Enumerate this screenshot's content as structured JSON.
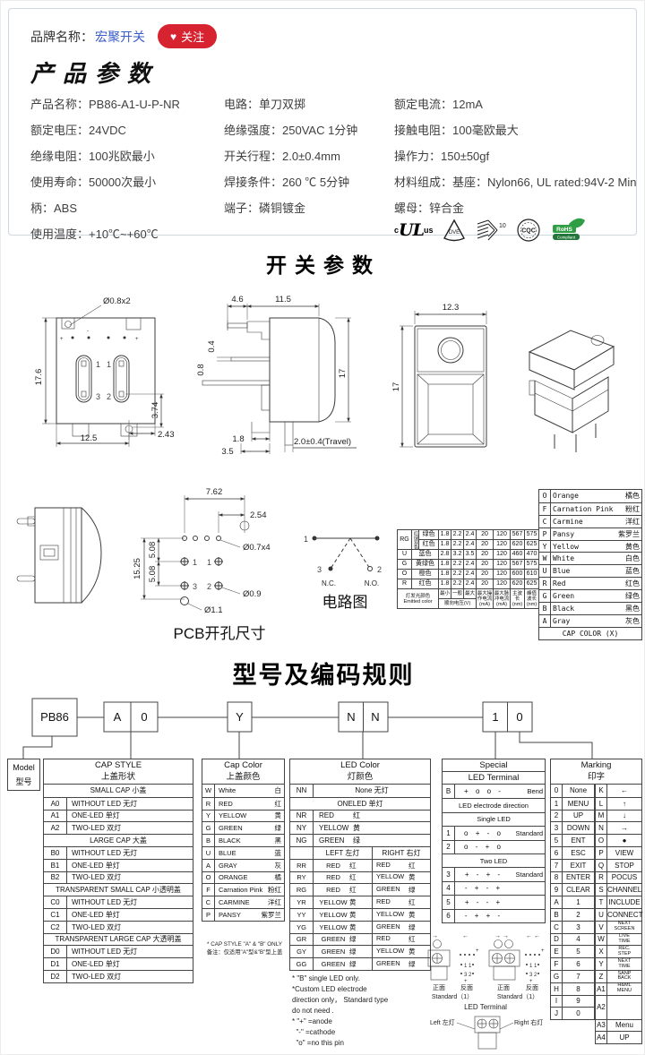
{
  "brand": {
    "label": "品牌名称：",
    "name": "宏聚开关",
    "heart": "♥",
    "follow": "关注"
  },
  "product": {
    "title": "产品参数",
    "cols": [
      [
        "产品名称：PB86-A1-U-P-NR",
        "额定电压：24VDC",
        "绝缘电阻：100兆欧最小",
        "使用寿命：50000次最小",
        "柄：ABS",
        "使用温度：+10℃~+60℃"
      ],
      [
        "电路：单刀双掷",
        "绝缘强度：250VAC 1分钟",
        "开关行程：2.0±0.4mm",
        "焊接条件：260 ℃ 5分钟",
        "端子：磷铜镀金"
      ],
      [
        "额定电流：12mA",
        "接触电阻：100毫欧最大",
        "操作力：150±50gf",
        "材料组成：基座：Nylon66, UL  rated:94V-2 Min",
        "螺母：锌合金"
      ]
    ],
    "certs": {
      "ul_c": "c",
      "ul": "UL",
      "ul_us": "us",
      "vde": "DVE",
      "k": "K",
      "k10": "10",
      "cqc": "CQC",
      "rohs1": "RoHS",
      "rohs2": "Compliant"
    }
  },
  "sw": {
    "title": "开关参数",
    "back": {
      "hole": "Ø0.8x2",
      "h": "17.6",
      "w": "12.5",
      "off": "3.74",
      "edge": "2.43",
      "p1": "1",
      "p2": "1",
      "p3": "3",
      "p4": "2",
      "plus_l": "+",
      "minus": "-",
      "plus_r": "+"
    },
    "side": {
      "a": "4.6",
      "b": "11.5",
      "c": "0.4",
      "d": "0.8",
      "h": "17",
      "e": "1.8",
      "f": "3.5",
      "travel": "2.0±0.4(Travel)"
    },
    "front": {
      "w": "12.3",
      "h": "17"
    },
    "pcb": {
      "a": "7.62",
      "b": "2.54",
      "c": "Ø0.7x4",
      "d": "15.25",
      "e": "5.08",
      "f": "5.08",
      "g": "Ø0.9",
      "k": "Ø1.1",
      "p1": "1",
      "p2": "1",
      "p3": "3",
      "p4": "2",
      "cap": "PCB开孔尺寸"
    },
    "cir": {
      "p1": "1",
      "p2": "2",
      "p3": "3",
      "nc": "N.C.",
      "no": "N.O.",
      "cap": "电路图"
    }
  },
  "led_spec": {
    "rg": "RG",
    "rg_vert": "红绿双色",
    "rows": [
      {
        "color": "绿色",
        "v": [
          "1.8",
          "2.2",
          "2.4",
          "20",
          "120",
          "567",
          "575"
        ]
      },
      {
        "color": "红色",
        "v": [
          "1.8",
          "2.2",
          "2.4",
          "20",
          "120",
          "620",
          "625"
        ]
      },
      {
        "code": "U",
        "color": "蓝色",
        "v": [
          "2.8",
          "3.2",
          "3.5",
          "20",
          "120",
          "460",
          "470"
        ]
      },
      {
        "code": "G",
        "color": "黄绿色",
        "v": [
          "1.8",
          "2.2",
          "2.4",
          "20",
          "120",
          "567",
          "575"
        ]
      },
      {
        "code": "O",
        "color": "橙色",
        "v": [
          "1.8",
          "2.2",
          "2.4",
          "20",
          "120",
          "600",
          "610"
        ]
      },
      {
        "code": "R",
        "color": "红色",
        "v": [
          "1.8",
          "2.2",
          "2.4",
          "20",
          "120",
          "620",
          "625"
        ]
      }
    ],
    "f_emit1": "灯发光颜色",
    "f_emit2": "Emitted color",
    "f_min": "最小",
    "f_typ": "一般",
    "f_max": "最大",
    "f_vf": "顺向电压(V)",
    "f_iop": "最大操作电流(mA)",
    "f_ipk": "最大脉冲电流(mA)",
    "f_wl1": "主波长(nm)",
    "f_wl2": "峰值波长(nm)"
  },
  "cap_x": {
    "rows": [
      [
        "O",
        "Orange",
        "橘色"
      ],
      [
        "F",
        "Carnation Pink",
        "粉红"
      ],
      [
        "C",
        "Carmine",
        "洋红"
      ],
      [
        "P",
        "Pansy",
        "紫罗兰"
      ],
      [
        "Y",
        "Yellow",
        "黄色"
      ],
      [
        "W",
        "White",
        "白色"
      ],
      [
        "U",
        "Blue",
        "蓝色"
      ],
      [
        "R",
        "Red",
        "红色"
      ],
      [
        "G",
        "Green",
        "绿色"
      ],
      [
        "B",
        "Black",
        "黑色"
      ],
      [
        "A",
        "Gray",
        "灰色"
      ]
    ],
    "footer": "CAP COLOR (X)"
  },
  "coding": {
    "title": "型号及编码规则",
    "boxes": {
      "model": "PB86",
      "b1a": "A",
      "b1b": "0",
      "b2": "Y",
      "b3a": "N",
      "b3b": "N",
      "b4a": "1",
      "b4b": "0"
    },
    "model": {
      "l1": "Model",
      "l2": "型号"
    },
    "cap_style": {
      "t1": "CAP STYLE",
      "t2": "上盖形状",
      "rows": [
        {
          "g": "SMALL CAP 小盖"
        },
        {
          "c": "A0",
          "t": "WITHOUT LED 无灯"
        },
        {
          "c": "A1",
          "t": "ONE-LED 单灯"
        },
        {
          "c": "A2",
          "t": "TWO-LED 双灯"
        },
        {
          "g": "LARGE CAP 大盖"
        },
        {
          "c": "B0",
          "t": "WITHOUT LED 无灯"
        },
        {
          "c": "B1",
          "t": "ONE-LED 单灯"
        },
        {
          "c": "B2",
          "t": "TWO-LED 双灯"
        },
        {
          "g": "TRANSPARENT SMALL CAP 小透明盖"
        },
        {
          "c": "C0",
          "t": "WITHOUT LED 无灯"
        },
        {
          "c": "C1",
          "t": "ONE-LED 单灯"
        },
        {
          "c": "C2",
          "t": "TWO-LED 双灯"
        },
        {
          "g": "TRANSPARENT LARGE CAP 大透明盖"
        },
        {
          "c": "D0",
          "t": "WITHOUT LED 无灯"
        },
        {
          "c": "D1",
          "t": "ONE-LED 单灯"
        },
        {
          "c": "D2",
          "t": "TWO-LED 双灯"
        }
      ]
    },
    "cap_color": {
      "t1": "Cap Color",
      "t2": "上盖颜色",
      "rows": [
        [
          "W",
          "White",
          "白"
        ],
        [
          "R",
          "RED",
          "红"
        ],
        [
          "Y",
          "YELLOW",
          "黄"
        ],
        [
          "G",
          "GREEN",
          "绿"
        ],
        [
          "B",
          "BLACK",
          "黑"
        ],
        [
          "U",
          "BLUE",
          "蓝"
        ],
        [
          "A",
          "GRAY",
          "灰"
        ],
        [
          "O",
          "ORANGE",
          "橘"
        ],
        [
          "F",
          "Carnation Pink",
          "粉红"
        ],
        [
          "C",
          "CARMINE",
          "洋红"
        ],
        [
          "P",
          "PANSY",
          "紫罗兰"
        ]
      ],
      "n1": "* CAP STYLE \"A\" & \"B\" ONLY",
      "n2": "备注：仅适用\"A\"型&\"B\"型上盖"
    },
    "led_color": {
      "t1": "LED Color",
      "t2": "灯颜色",
      "nn": "NN",
      "nn_t": "None 无灯",
      "one": "ONELED 单灯",
      "singles": [
        [
          "NR",
          "RED",
          "红"
        ],
        [
          "NY",
          "YELLOW",
          "黄"
        ],
        [
          "NG",
          "GREEN",
          "绿"
        ]
      ],
      "left": "LEFT 左灯",
      "right": "RIGHT 右灯",
      "duals": [
        [
          "RR",
          "RED",
          "红",
          "RED",
          "红"
        ],
        [
          "RY",
          "RED",
          "红",
          "YELLOW",
          "黄"
        ],
        [
          "RG",
          "RED",
          "红",
          "GREEN",
          "绿"
        ],
        [
          "YR",
          "YELLOW",
          "黄",
          "RED",
          "红"
        ],
        [
          "YY",
          "YELLOW",
          "黄",
          "YELLOW",
          "黄"
        ],
        [
          "YG",
          "YELLOW",
          "黄",
          "GREEN",
          "绿"
        ],
        [
          "GR",
          "GREEN",
          "绿",
          "RED",
          "红"
        ],
        [
          "GY",
          "GREEN",
          "绿",
          "YELLOW",
          "黄"
        ],
        [
          "GG",
          "GREEN",
          "绿",
          "GREEN",
          "绿"
        ]
      ],
      "notes": [
        "* \"B\" single LED only.",
        "*Custom LED electrode",
        "direction only， Standard type",
        "do not need .",
        "* \"+\" =anode",
        "  \"-\" =cathode",
        "  \"o\" =no this pin"
      ]
    },
    "special": {
      "t1": "Special",
      "t2": "LED Terminal",
      "rows": [
        {
          "c": "B",
          "p": "+ o o -",
          "tag": "Bend"
        },
        {
          "g": "LED electrode direction"
        },
        {
          "g": "Single LED"
        },
        {
          "c": "1",
          "p": "o + - o",
          "tag": "Standard"
        },
        {
          "c": "2",
          "p": "o - + o",
          "tag": ""
        },
        {
          "g": "Two LED"
        },
        {
          "c": "3",
          "p": "+ - + -",
          "tag": "Standard"
        },
        {
          "c": "4",
          "p": "- + - +",
          "tag": ""
        },
        {
          "c": "5",
          "p": "+ - - +",
          "tag": ""
        },
        {
          "c": "6",
          "p": "- + + -",
          "tag": ""
        }
      ]
    },
    "marking": {
      "t1": "Marking",
      "t2": "印字",
      "left": [
        [
          "0",
          "None"
        ],
        [
          "1",
          "MENU"
        ],
        [
          "2",
          "UP"
        ],
        [
          "3",
          "DOWN"
        ],
        [
          "5",
          "ENT"
        ],
        [
          "6",
          "ESC"
        ],
        [
          "7",
          "EXIT"
        ],
        [
          "8",
          "ENTER"
        ],
        [
          "9",
          "CLEAR"
        ],
        [
          "A",
          "1"
        ],
        [
          "B",
          "2"
        ],
        [
          "C",
          "3"
        ],
        [
          "D",
          "4"
        ],
        [
          "E",
          "5"
        ],
        [
          "F",
          "6"
        ],
        [
          "G",
          "7"
        ],
        [
          "H",
          "8"
        ],
        [
          "I",
          "9"
        ],
        [
          "J",
          "0"
        ]
      ],
      "right": [
        [
          "K",
          "←"
        ],
        [
          "L",
          "↑"
        ],
        [
          "M",
          "↓"
        ],
        [
          "N",
          "→"
        ],
        [
          "O",
          "●"
        ],
        [
          "P",
          "VIEW"
        ],
        [
          "Q",
          "STOP"
        ],
        [
          "R",
          "POCUS"
        ],
        [
          "S",
          "CHANNEL"
        ],
        [
          "T",
          "INCLUDE"
        ],
        [
          "U",
          "CONNECT"
        ],
        [
          "V",
          "NEXT\nSCREEN"
        ],
        [
          "W",
          "LIVE\nTIME"
        ],
        [
          "X",
          "REC.\nSTEP"
        ],
        [
          "Y",
          "NEXT\nTIME"
        ],
        [
          "Z",
          "SANP\nBACK"
        ],
        [
          "A1",
          "H&ML\nMENU"
        ],
        [
          "A2",
          ""
        ],
        [
          "A3",
          "Menu"
        ],
        [
          "A4",
          "UP"
        ]
      ]
    },
    "term": {
      "front": "正面",
      "back": "反面",
      "std": "Standard（1）",
      "cap": "LED Terminal",
      "left": "Left 左灯",
      "right": "Right 右灯"
    }
  }
}
